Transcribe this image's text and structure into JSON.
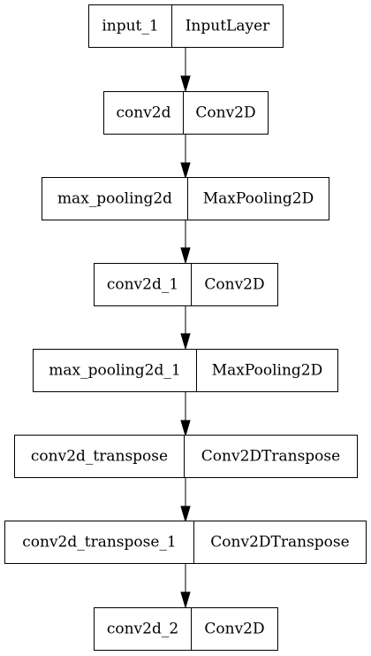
{
  "layers": [
    {
      "name": "input_1",
      "type": "InputLayer"
    },
    {
      "name": "conv2d",
      "type": "Conv2D"
    },
    {
      "name": "max_pooling2d",
      "type": "MaxPooling2D"
    },
    {
      "name": "conv2d_1",
      "type": "Conv2D"
    },
    {
      "name": "max_pooling2d_1",
      "type": "MaxPooling2D"
    },
    {
      "name": "conv2d_transpose",
      "type": "Conv2DTranspose"
    },
    {
      "name": "conv2d_transpose_1",
      "type": "Conv2DTranspose"
    },
    {
      "name": "conv2d_2",
      "type": "Conv2D"
    }
  ]
}
